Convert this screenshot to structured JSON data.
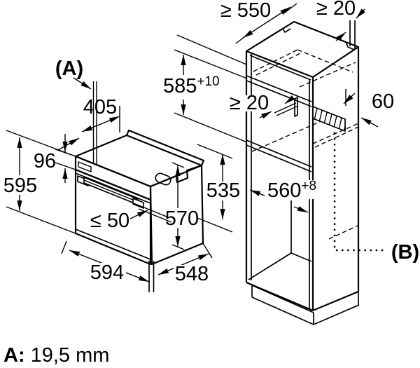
{
  "diagram": {
    "title": "built-in oven installation drawing",
    "unit": "mm",
    "oven": {
      "ref_a": "(A)",
      "top_recess_depth": "405",
      "control_panel_height": "96",
      "height": "595",
      "handle_protrusion": "≤ 50",
      "depth_incl_door": "570",
      "width": "594",
      "body_depth": "548"
    },
    "cabinet": {
      "min_depth": "≥ 550",
      "top_rear_clearance": "≥ 20",
      "niche_height": "585",
      "niche_height_tol": "+10",
      "rear_clearance": "≥ 20",
      "vent_height": "60",
      "front_edge_height": "535",
      "niche_width": "560",
      "niche_width_tol": "+8",
      "ref_b": "(B)"
    },
    "footnote": {
      "label": "A:",
      "value": "19,5 mm"
    }
  }
}
